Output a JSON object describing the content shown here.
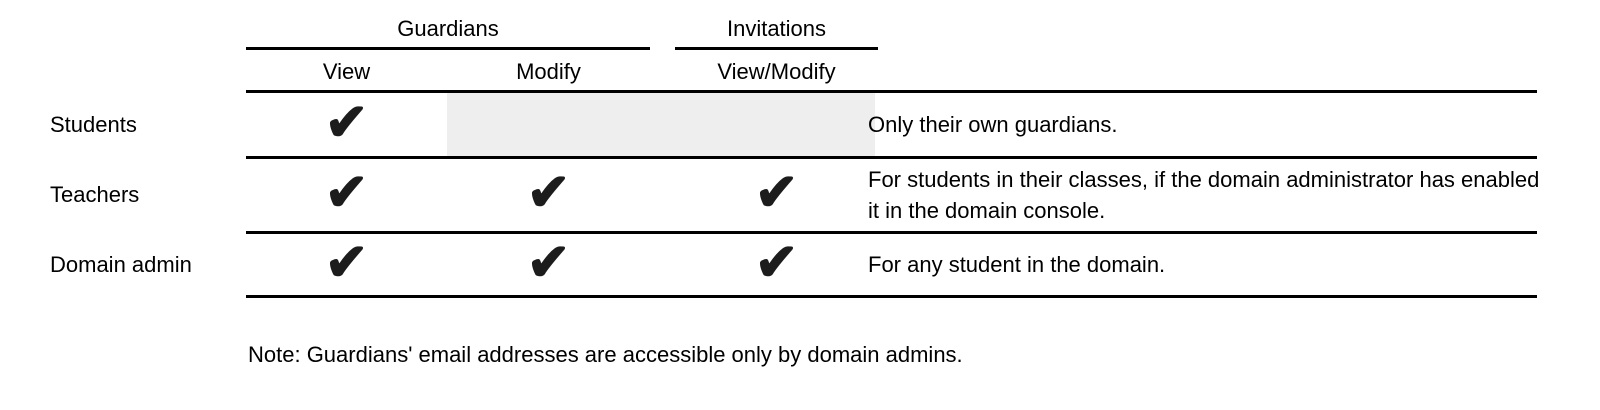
{
  "table": {
    "col_groups": [
      {
        "label": "Guardians"
      },
      {
        "label": "Invitations"
      }
    ],
    "sub_headers": [
      "View",
      "Modify",
      "View/Modify"
    ],
    "check_glyph": "✔",
    "rows": [
      {
        "role": "Students",
        "guardians_view": true,
        "guardians_modify": false,
        "invitations_view_modify": false,
        "note": "Only their own guardians."
      },
      {
        "role": "Teachers",
        "guardians_view": true,
        "guardians_modify": true,
        "invitations_view_modify": true,
        "note": "For students in their classes, if the domain administrator has enabled it in the domain console."
      },
      {
        "role": "Domain admin",
        "guardians_view": true,
        "guardians_modify": true,
        "invitations_view_modify": true,
        "note": "For any student in the domain."
      }
    ]
  },
  "footnote": "Note: Guardians' email addresses are accessible only by domain admins.",
  "colors": {
    "line": "#000000",
    "text": "#000000",
    "disabled_cell_bg": "#eeeeee",
    "check": "#1c1c1c",
    "background": "#ffffff"
  }
}
